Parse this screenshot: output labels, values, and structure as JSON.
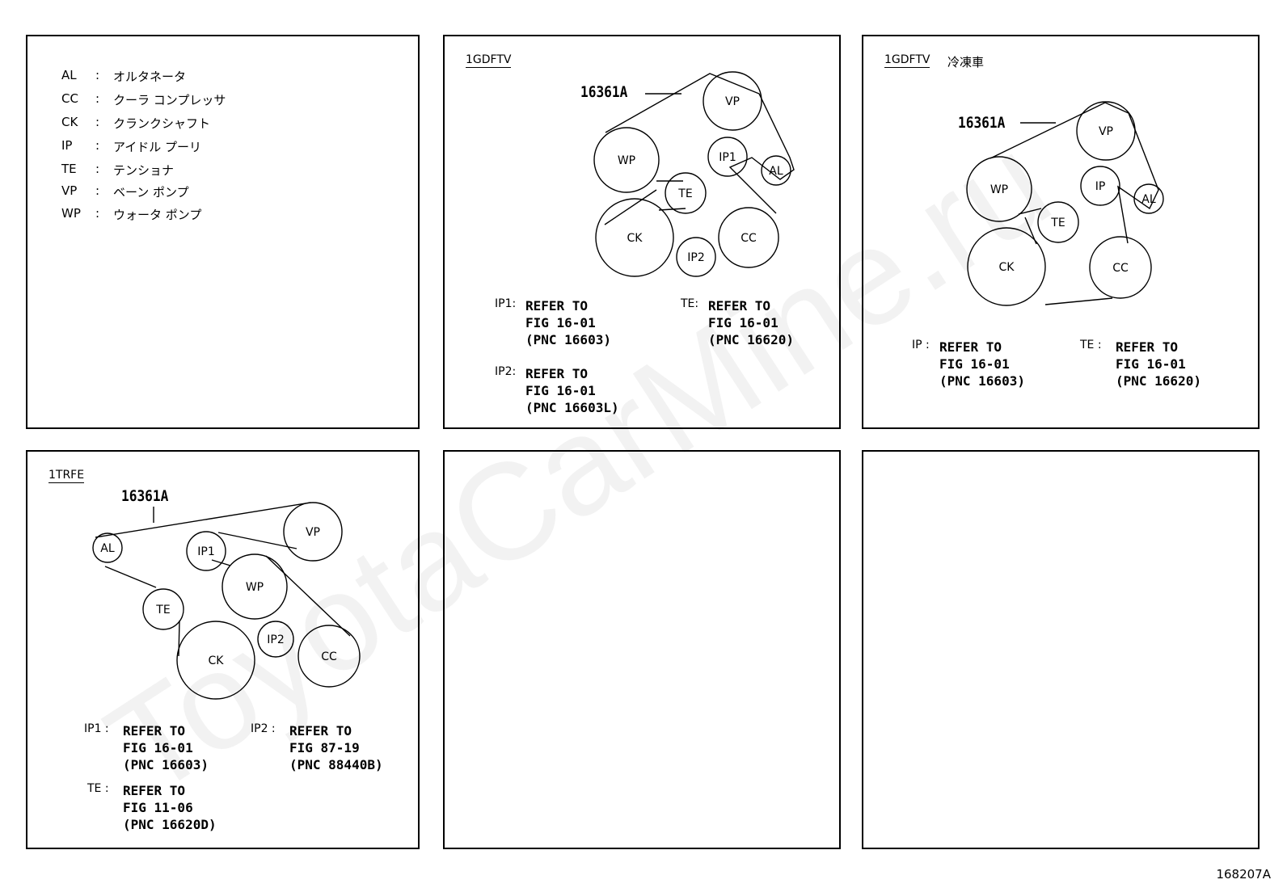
{
  "legend": {
    "items": [
      {
        "code": "AL",
        "sep": ":",
        "desc": "オルタネータ"
      },
      {
        "code": "CC",
        "sep": ":",
        "desc": "クーラ コンプレッサ"
      },
      {
        "code": "CK",
        "sep": ":",
        "desc": "クランクシャフト"
      },
      {
        "code": "IP",
        "sep": ":",
        "desc": "アイドル プーリ"
      },
      {
        "code": "TE",
        "sep": ":",
        "desc": "テンショナ"
      },
      {
        "code": "VP",
        "sep": ":",
        "desc": "ベーン ポンプ"
      },
      {
        "code": "WP",
        "sep": ":",
        "desc": "ウォータ ポンプ"
      }
    ]
  },
  "panel_1gdftv": {
    "engine": "1GDFTV",
    "part_number": "16361A",
    "pulleys": [
      "VP",
      "WP",
      "IP1",
      "AL",
      "TE",
      "CK",
      "IP2",
      "CC"
    ],
    "notes": [
      {
        "key": "IP1:",
        "lines": [
          "REFER TO",
          "FIG 16-01",
          "(PNC 16603)"
        ]
      },
      {
        "key": "TE:",
        "lines": [
          "REFER TO",
          "FIG 16-01",
          "(PNC 16620)"
        ]
      },
      {
        "key": "IP2:",
        "lines": [
          "REFER TO",
          "FIG 16-01",
          "(PNC 16603L)"
        ]
      }
    ]
  },
  "panel_1gdftv_reefer": {
    "engine": "1GDFTV",
    "engine_suffix": "冷凍車",
    "part_number": "16361A",
    "pulleys": [
      "VP",
      "WP",
      "IP",
      "AL",
      "TE",
      "CK",
      "CC"
    ],
    "notes": [
      {
        "key": "IP :",
        "lines": [
          "REFER TO",
          "FIG 16-01",
          "(PNC 16603)"
        ]
      },
      {
        "key": "TE :",
        "lines": [
          "REFER TO",
          "FIG 16-01",
          "(PNC 16620)"
        ]
      }
    ]
  },
  "panel_1trfe": {
    "engine": "1TRFE",
    "part_number": "16361A",
    "pulleys": [
      "AL",
      "IP1",
      "VP",
      "WP",
      "TE",
      "CK",
      "IP2",
      "CC"
    ],
    "notes": [
      {
        "key": "IP1 :",
        "lines": [
          "REFER TO",
          "FIG 16-01",
          "(PNC 16603)"
        ]
      },
      {
        "key": "IP2 :",
        "lines": [
          "REFER TO",
          "FIG 87-19",
          "(PNC 88440B)"
        ]
      },
      {
        "key": "TE :",
        "lines": [
          "REFER TO",
          "FIG 11-06",
          "(PNC 16620D)"
        ]
      }
    ]
  },
  "watermark": "ToyotaCarMine.ru",
  "figure_id": "168207A"
}
